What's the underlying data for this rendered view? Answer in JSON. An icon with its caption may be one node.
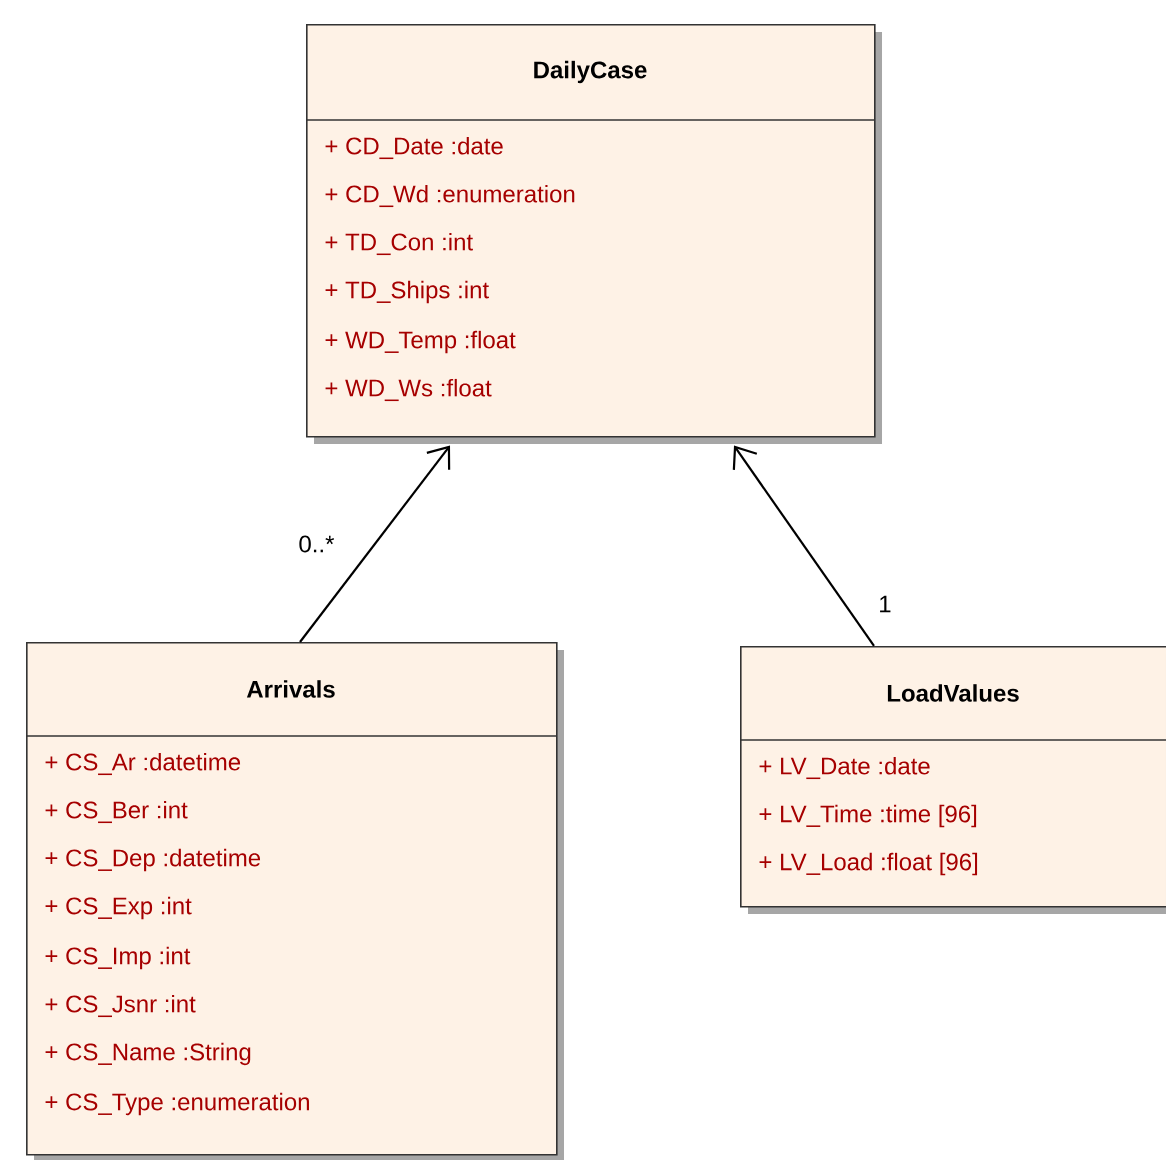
{
  "diagram": {
    "nodes": [
      {
        "text": [
          "DailyCase",
          "+ CD_Date :date",
          "+ CD_Wd :enumeration",
          "+ TD_Con :int",
          "+ TD_Ships :int",
          "+ WD_Temp :float",
          "+ WD_Ws :float"
        ]
      },
      {
        "text": [
          "Arrivals",
          "+ CS_Ar :datetime",
          "+ CS_Ber :int",
          "+ CS_Dep :datetime",
          "+ CS_Exp :int",
          "+ CS_Imp :int",
          "+ CS_Jsnr :int",
          "+ CS_Name :String",
          "+ CS_Type :enumeration"
        ]
      },
      {
        "text": [
          "LoadValues",
          "+ LV_Date :date",
          "+ LV_Time :time [96]",
          "+ LV_Load :float [96]"
        ]
      }
    ],
    "edges": [
      {
        "from": 1,
        "to": 0,
        "arrow": "to",
        "label": "0..*"
      },
      {
        "from": 2,
        "to": 0,
        "arrow": "to",
        "label": "1"
      }
    ]
  }
}
